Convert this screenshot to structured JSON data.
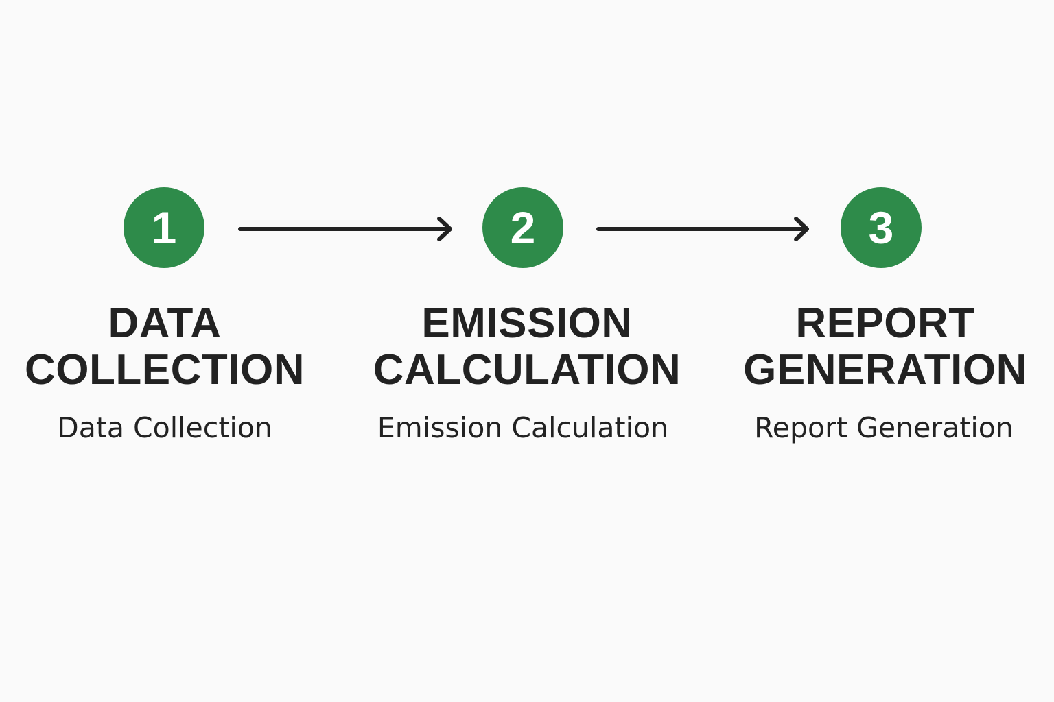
{
  "colors": {
    "accent": "#2e8b4a",
    "text": "#222222",
    "arrow": "#222222",
    "background": "#fafafa"
  },
  "steps": [
    {
      "number": "1",
      "title_line1": "DATA",
      "title_line2": "COLLECTION",
      "subtitle": "Data Collection"
    },
    {
      "number": "2",
      "title_line1": "EMISSION",
      "title_line2": "CALCULATION",
      "subtitle": "Emission Calculation"
    },
    {
      "number": "3",
      "title_line1": "REPORT",
      "title_line2": "GENERATION",
      "subtitle": "Report Generation"
    }
  ],
  "connectors": [
    {
      "from": "1",
      "to": "2",
      "icon": "arrow-right-icon"
    },
    {
      "from": "2",
      "to": "3",
      "icon": "arrow-right-icon"
    }
  ]
}
